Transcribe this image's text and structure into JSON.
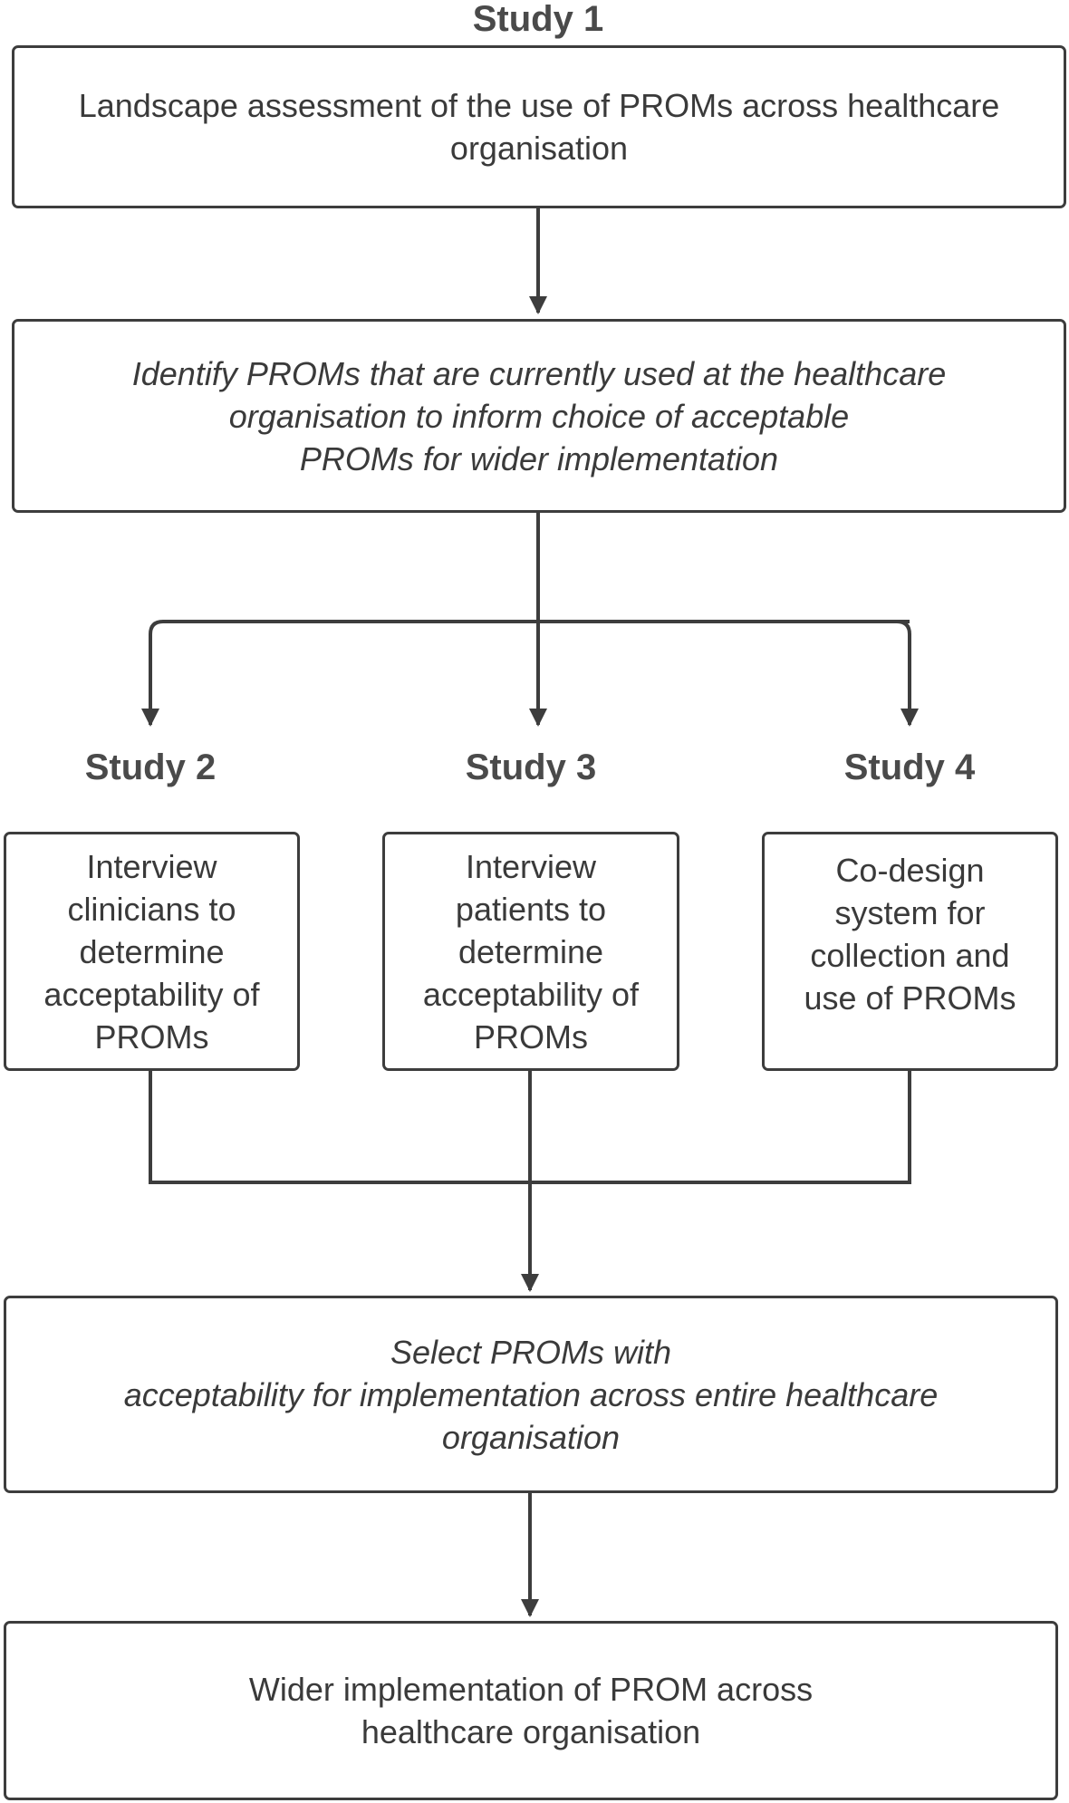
{
  "study1": {
    "label": "Study 1",
    "box_text": "Landscape assessment of the use of PROMs across healthcare\norganisation"
  },
  "aim1": {
    "text": "Identify PROMs that are currently used at the healthcare\norganisation to inform choice of acceptable\nPROMs for wider implementation"
  },
  "study2": {
    "label": "Study 2",
    "box_text": "Interview\nclinicians to\ndetermine\nacceptability of\nPROMs"
  },
  "study3": {
    "label": "Study 3",
    "box_text": "Interview\npatients to\ndetermine\nacceptability of\nPROMs"
  },
  "study4": {
    "label": "Study 4",
    "box_text": "Co-design\nsystem for\ncollection and\nuse of PROMs"
  },
  "select": {
    "text": "Select PROMs with\nacceptability for implementation across entire healthcare\norganisation"
  },
  "final": {
    "text": "Wider implementation of PROM across\nhealthcare organisation"
  },
  "colors": {
    "line": "#3d3d3d",
    "text": "#3a3a3a"
  }
}
